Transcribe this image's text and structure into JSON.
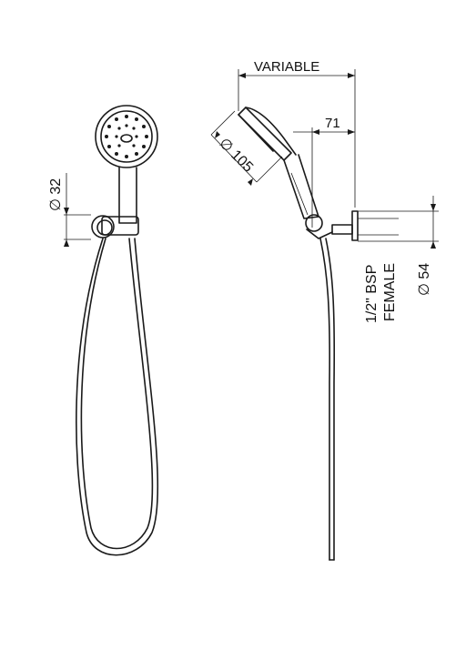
{
  "dimensions": {
    "handset_diameter": "∅ 105",
    "head_length": "71",
    "overall_width": "VARIABLE",
    "holder_diameter": "∅ 32",
    "flange_diameter": "∅ 54",
    "connection_line1": "1/2\" BSP",
    "connection_line2": "FEMALE"
  },
  "colors": {
    "line": "#1a1a1a",
    "background": "#ffffff"
  }
}
